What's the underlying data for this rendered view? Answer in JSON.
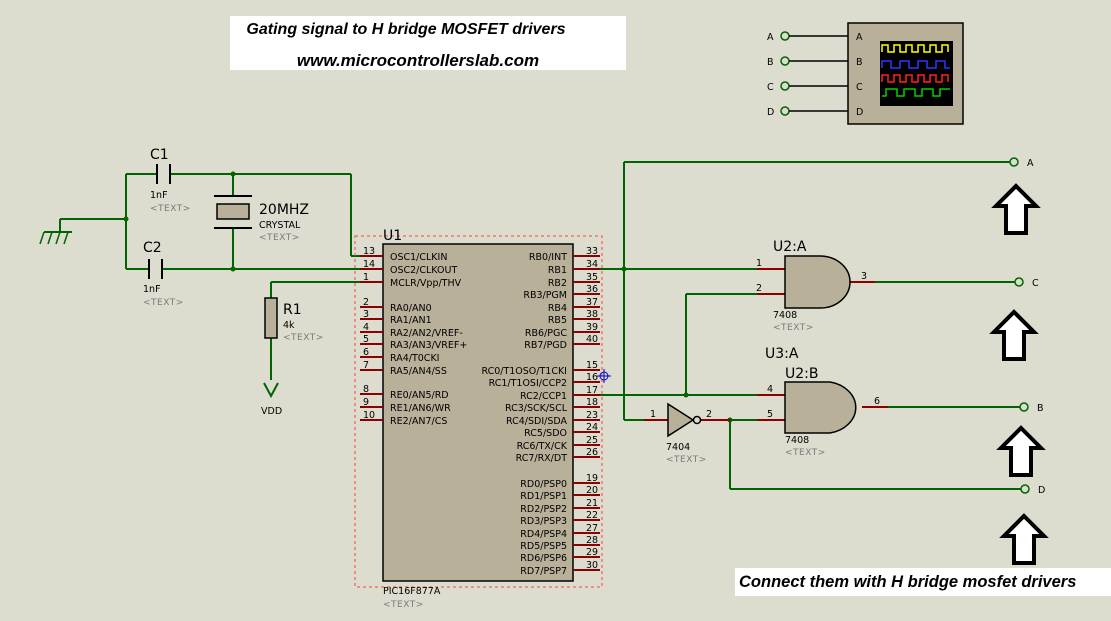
{
  "header": {
    "title": "Gating signal to H bridge MOSFET drivers",
    "url": "www.microcontrollerslab.com"
  },
  "footer_note": "Connect them with H bridge mosfet drivers",
  "placeholder": "<TEXT>",
  "c1": {
    "ref": "C1",
    "value": "1nF"
  },
  "c2": {
    "ref": "C2",
    "value": "1nF"
  },
  "crystal": {
    "ref": "20MHZ",
    "type": "CRYSTAL"
  },
  "r1": {
    "ref": "R1",
    "value": "4k"
  },
  "vdd": "VDD",
  "mcu": {
    "ref": "U1",
    "part": "PIC16F877A"
  },
  "left_pins": [
    {
      "num": "13",
      "name": "OSC1/CLKIN"
    },
    {
      "num": "14",
      "name": "OSC2/CLKOUT"
    },
    {
      "num": "1",
      "name": "MCLR/Vpp/THV"
    },
    {
      "num": "2",
      "name": "RA0/AN0"
    },
    {
      "num": "3",
      "name": "RA1/AN1"
    },
    {
      "num": "4",
      "name": "RA2/AN2/VREF-"
    },
    {
      "num": "5",
      "name": "RA3/AN3/VREF+"
    },
    {
      "num": "6",
      "name": "RA4/T0CKI"
    },
    {
      "num": "7",
      "name": "RA5/AN4/SS"
    },
    {
      "num": "8",
      "name": "RE0/AN5/RD"
    },
    {
      "num": "9",
      "name": "RE1/AN6/WR"
    },
    {
      "num": "10",
      "name": "RE2/AN7/CS"
    }
  ],
  "right_pins": [
    {
      "num": "33",
      "name": "RB0/INT"
    },
    {
      "num": "34",
      "name": "RB1"
    },
    {
      "num": "35",
      "name": "RB2"
    },
    {
      "num": "36",
      "name": "RB3/PGM"
    },
    {
      "num": "37",
      "name": "RB4"
    },
    {
      "num": "38",
      "name": "RB5"
    },
    {
      "num": "39",
      "name": "RB6/PGC"
    },
    {
      "num": "40",
      "name": "RB7/PGD"
    },
    {
      "num": "15",
      "name": "RC0/T1OSO/T1CKI"
    },
    {
      "num": "16",
      "name": "RC1/T1OSI/CCP2"
    },
    {
      "num": "17",
      "name": "RC2/CCP1"
    },
    {
      "num": "18",
      "name": "RC3/SCK/SCL"
    },
    {
      "num": "23",
      "name": "RC4/SDI/SDA"
    },
    {
      "num": "24",
      "name": "RC5/SDO"
    },
    {
      "num": "25",
      "name": "RC6/TX/CK"
    },
    {
      "num": "26",
      "name": "RC7/RX/DT"
    },
    {
      "num": "19",
      "name": "RD0/PSP0"
    },
    {
      "num": "20",
      "name": "RD1/PSP1"
    },
    {
      "num": "21",
      "name": "RD2/PSP2"
    },
    {
      "num": "22",
      "name": "RD3/PSP3"
    },
    {
      "num": "27",
      "name": "RD4/PSP4"
    },
    {
      "num": "28",
      "name": "RD5/PSP5"
    },
    {
      "num": "29",
      "name": "RD6/PSP6"
    },
    {
      "num": "30",
      "name": "RD7/PSP7"
    }
  ],
  "and1": {
    "ref": "U2:A",
    "part": "7408",
    "in1": "1",
    "in2": "2",
    "out": "3"
  },
  "and2": {
    "ref": "U2:B",
    "part": "7408",
    "in1": "4",
    "in2": "5",
    "out": "6",
    "alt_ref": "U3:A"
  },
  "inverter": {
    "part": "7404",
    "in": "1",
    "out": "2"
  },
  "outputs": [
    "A",
    "C",
    "B",
    "D"
  ],
  "scope": {
    "channels": [
      "A",
      "B",
      "C",
      "D"
    ],
    "traces": [
      "#ffff00",
      "#0000ff",
      "#ff0000",
      "#00d000"
    ]
  }
}
